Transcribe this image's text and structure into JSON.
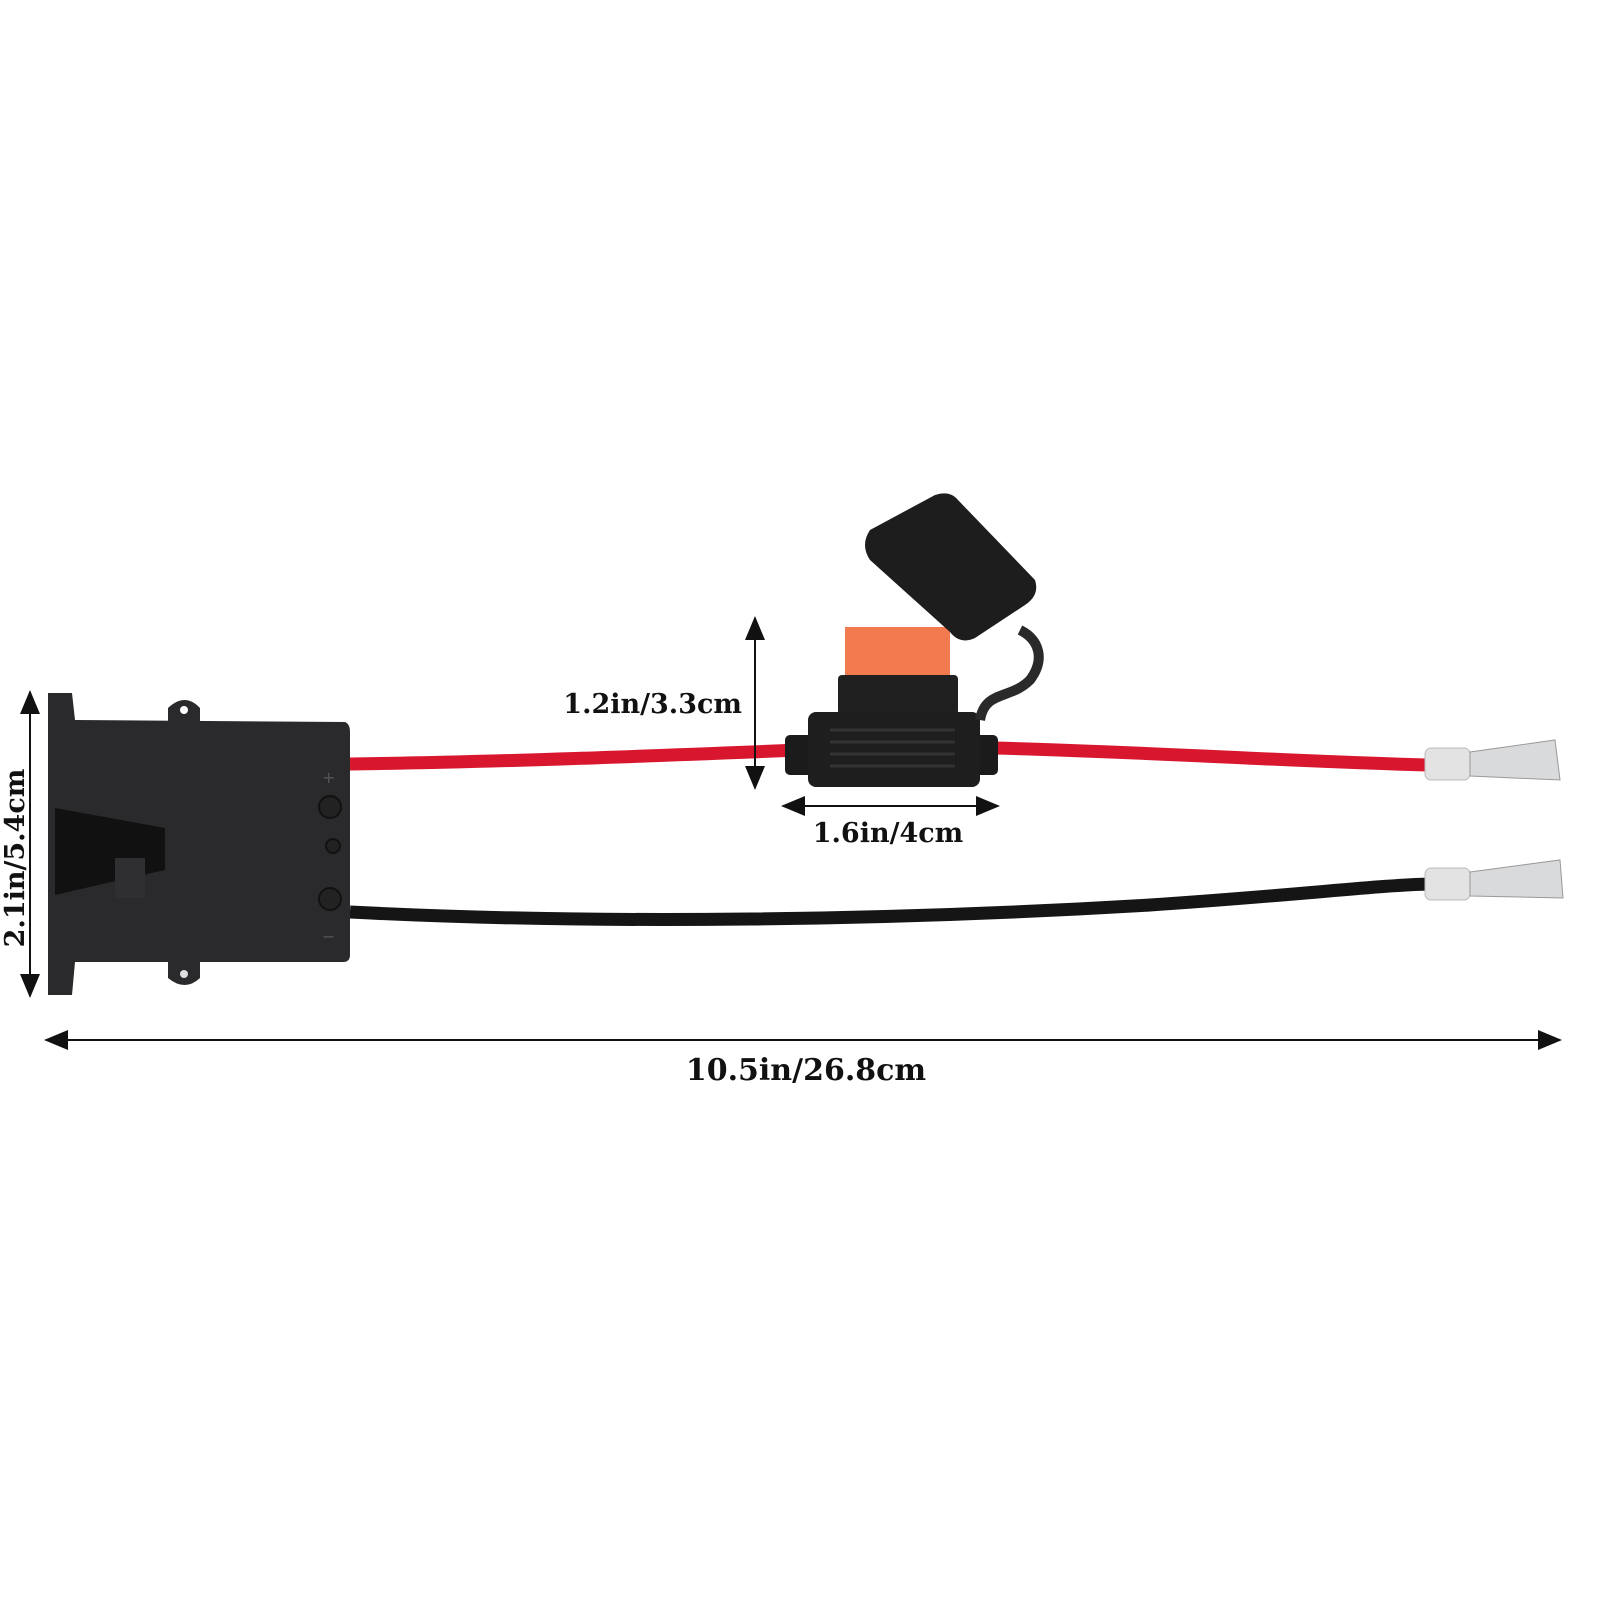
{
  "dimensions": {
    "fuse_height": "1.2in/3.3cm",
    "fuse_width": "1.6in/4cm",
    "connector_height": "2.1in/5.4cm",
    "total_length": "10.5in/26.8cm"
  },
  "connector_marks": {
    "positive": "+",
    "negative": "−"
  },
  "colors": {
    "connector_body": "#2a2a2c",
    "red_wire": "#d8172f",
    "black_wire": "#151515",
    "fuse": "#f27a4e",
    "terminal": "#d9dadb"
  }
}
